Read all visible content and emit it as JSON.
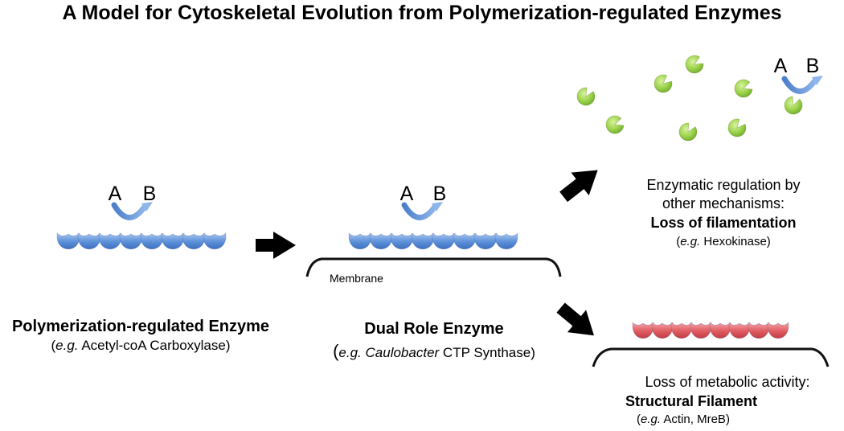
{
  "title": "A Model for Cytoskeletal Evolution from Polymerization-regulated Enzymes",
  "reaction": {
    "substrate": "A",
    "product": "B"
  },
  "membrane_label": "Membrane",
  "stage1": {
    "name": "Polymerization-regulated Enzyme",
    "eg_prefix": "e.g.",
    "example": "Acetyl-coA Carboxylase"
  },
  "stage2": {
    "name": "Dual Role Enzyme",
    "eg_prefix": "e.g.",
    "example_italic": "Caulobacter",
    "example": "CTP Synthase"
  },
  "outcome_top": {
    "line1": "Enzymatic regulation by",
    "line2": "other mechanisms:",
    "name": "Loss of filamentation",
    "eg_prefix": "e.g.",
    "example": "Hexokinase"
  },
  "outcome_bottom": {
    "line1": "Loss of metabolic activity:",
    "name": "Structural Filament",
    "eg_prefix": "e.g.",
    "example": "Actin, MreB"
  },
  "colors": {
    "enzyme_blue": "#5b8fd8",
    "enzyme_green": "#9bd24a",
    "filament_red": "#e05c62",
    "arrow": "#000000"
  }
}
